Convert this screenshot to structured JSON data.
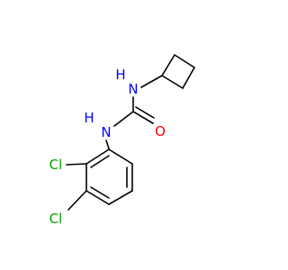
{
  "atoms": [
    {
      "id": "N1",
      "label": "N",
      "color": "#0000ff"
    },
    {
      "id": "H1",
      "label": "H",
      "color": "#0000ff"
    },
    {
      "id": "N2",
      "label": "N",
      "color": "#0000ff"
    },
    {
      "id": "H2",
      "label": "H",
      "color": "#0000ff"
    },
    {
      "id": "O1",
      "label": "O",
      "color": "#ff0000"
    },
    {
      "id": "Cl1",
      "label": "Cl",
      "color": "#00a000"
    },
    {
      "id": "Cl2",
      "label": "Cl",
      "color": "#00a000"
    }
  ],
  "bond_color": "#000000"
}
